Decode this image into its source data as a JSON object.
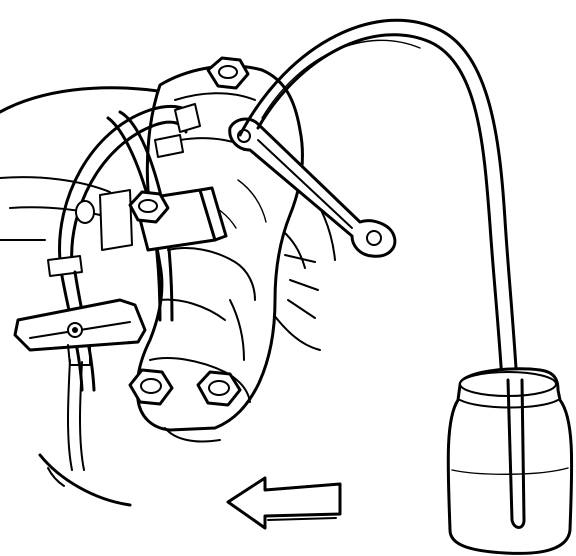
{
  "illustration": {
    "subject": "brake-caliper-bleeding",
    "colors": {
      "line": "#000000",
      "background": "#ffffff"
    },
    "parts": [
      {
        "id": "rotor",
        "icon": "brake-rotor-icon"
      },
      {
        "id": "caliper",
        "icon": "brake-caliper-icon"
      },
      {
        "id": "mounting-bolts",
        "icon": "bolt-icon"
      },
      {
        "id": "bleeder-valve",
        "icon": "bleeder-valve-icon"
      },
      {
        "id": "wrench",
        "icon": "box-end-wrench-icon"
      },
      {
        "id": "bleeder-hose",
        "icon": "clear-hose-icon"
      },
      {
        "id": "catch-jar",
        "icon": "jar-icon"
      },
      {
        "id": "brake-hose",
        "icon": "brake-hose-icon"
      },
      {
        "id": "hose-bracket",
        "icon": "bracket-icon"
      },
      {
        "id": "direction-arrow",
        "icon": "arrow-left-icon"
      }
    ]
  }
}
